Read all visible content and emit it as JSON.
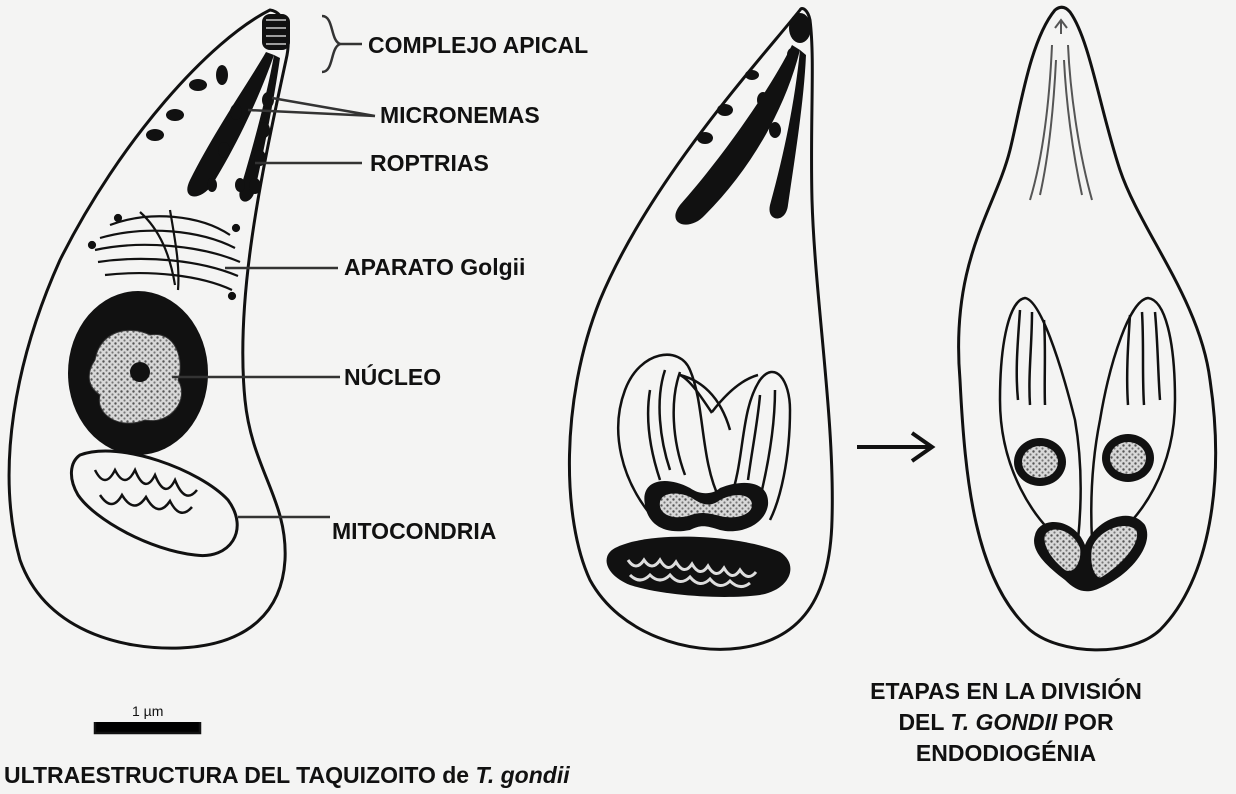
{
  "labels": {
    "apical_complex": "COMPLEJO APICAL",
    "micronemes": "MICRONEMAS",
    "rhoptries": "ROPTRIAS",
    "golgi": "APARATO Golgii",
    "nucleus": "NÚCLEO",
    "mitochondria": "MITOCONDRIA"
  },
  "scale_bar": {
    "label": "1 µm"
  },
  "caption_left": {
    "text": "ULTRAESTRUCTURA DEL TAQUIZOITO de ",
    "species": "T. gondii"
  },
  "caption_right": {
    "line1": "ETAPAS EN LA DIVISIÓN",
    "line2_prefix": "DEL ",
    "line2_species": "T. GONDII",
    "line2_suffix": " POR",
    "line3": "ENDODIOGÉNIA"
  },
  "colors": {
    "ink": "#111111",
    "background": "#f4f4f3",
    "stipple": "#6e6e6e"
  }
}
